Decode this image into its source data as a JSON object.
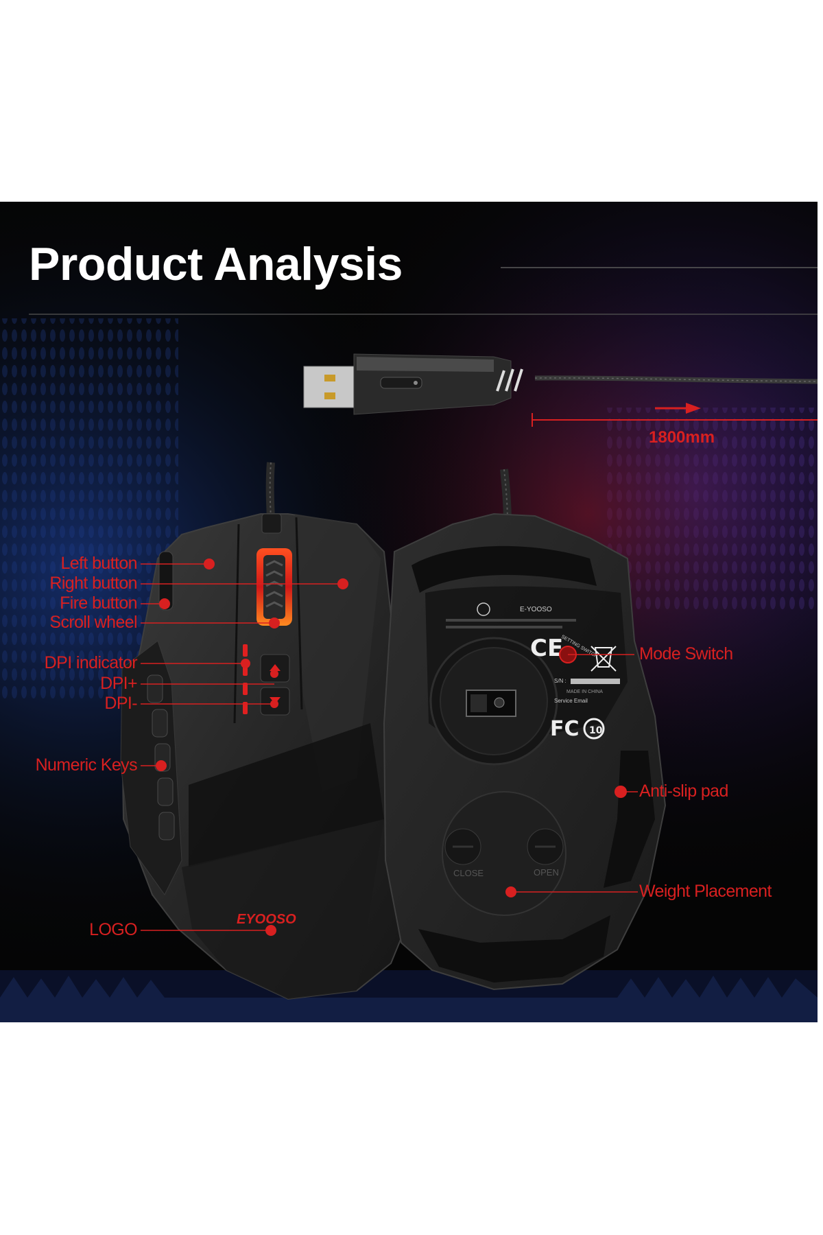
{
  "header": {
    "title": "Product Analysis"
  },
  "cable": {
    "length": "1800mm"
  },
  "callouts": {
    "left_button": "Left button",
    "right_button": "Right button",
    "fire_button": "Fire button",
    "scroll_wheel": "Scroll wheel",
    "dpi_indicator": "DPI indicator",
    "dpi_plus": "DPI+",
    "dpi_minus": "DPI-",
    "numeric_keys": "Numeric Keys",
    "logo": "LOGO",
    "mode_switch": "Mode Switch",
    "anti_slip_pad": "Anti-slip pad",
    "weight_placement": "Weight Placement"
  },
  "bottom_label": {
    "brand": "E-YOOSO",
    "setting_switch": "SETTING SWITCH",
    "sn": "S/N :",
    "made_in": "MADE IN CHINA",
    "service_email": "Service Email",
    "close": "CLOSE",
    "open": "OPEN"
  },
  "mouse_logo": "EYOOSO",
  "colors": {
    "accent_red": "#d82020",
    "panel_bg": "#050505",
    "title": "#ffffff"
  }
}
